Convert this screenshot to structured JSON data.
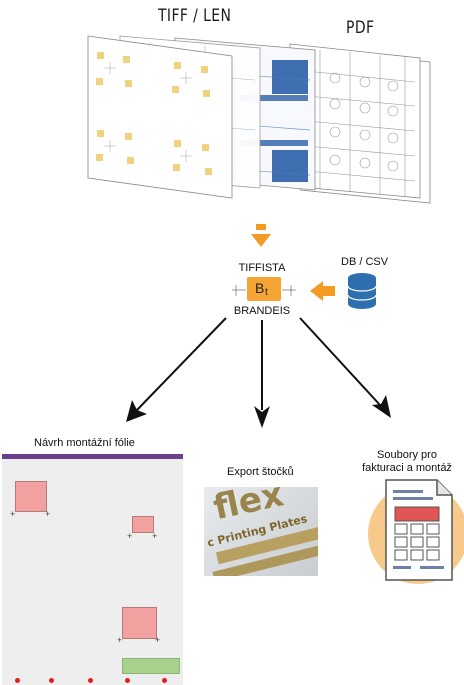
{
  "inputs": {
    "tiff_len": "TIFF / LEN",
    "pdf": "PDF"
  },
  "center": {
    "top_label": "TIFFISTA",
    "bottom_label": "BRANDEIS",
    "logo_main": "B",
    "logo_sub": "t"
  },
  "database": {
    "label": "DB / CSV"
  },
  "outputs": {
    "foil": {
      "label": "Návrh montážní fólie"
    },
    "export": {
      "label": "Export štočků",
      "photo_text_1": "flex",
      "photo_text_2": "c Printing Plates"
    },
    "invoice": {
      "label_line1": "Soubory pro",
      "label_line2": "fakturaci a montáž"
    }
  },
  "colors": {
    "orange_arrow": "#f59a23",
    "logo_orange": "#f5a534",
    "db_blue": "#2e6fb0",
    "foil_bar": "#6b3e8e",
    "pink_mark": "#f2a0a0",
    "green_mark": "#a9d18e",
    "red_dot": "#e0211b",
    "invoice_circle": "#f7c98a"
  },
  "icons": [
    "tiff-sheets-icon",
    "pdf-sheets-icon",
    "down-arrow-icon",
    "left-arrow-icon",
    "database-icon",
    "invoice-calculator-icon"
  ]
}
